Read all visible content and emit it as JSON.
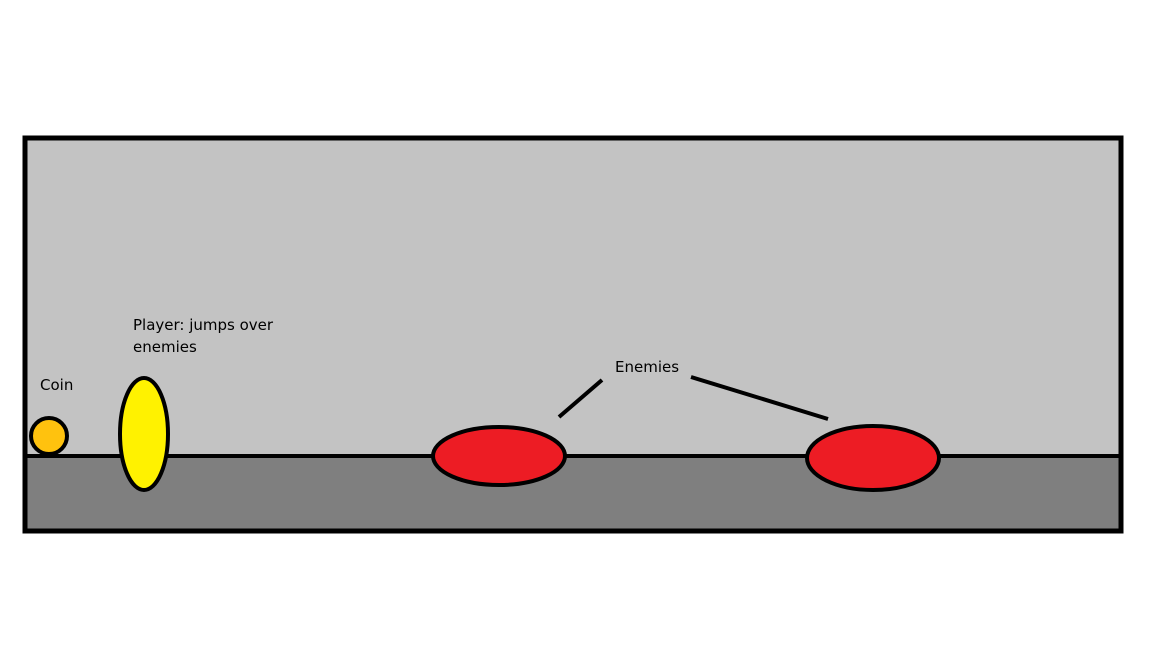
{
  "labels": {
    "coin": "Coin",
    "player_line1": "Player: jumps over",
    "player_line2": "enemies",
    "enemies": "Enemies"
  },
  "colors": {
    "background": "#ffffff",
    "sky": "#c3c3c3",
    "ground": "#7f7f7f",
    "outline": "#000000",
    "coin": "#ffc20e",
    "player": "#fff200",
    "enemy": "#ed1c24"
  }
}
